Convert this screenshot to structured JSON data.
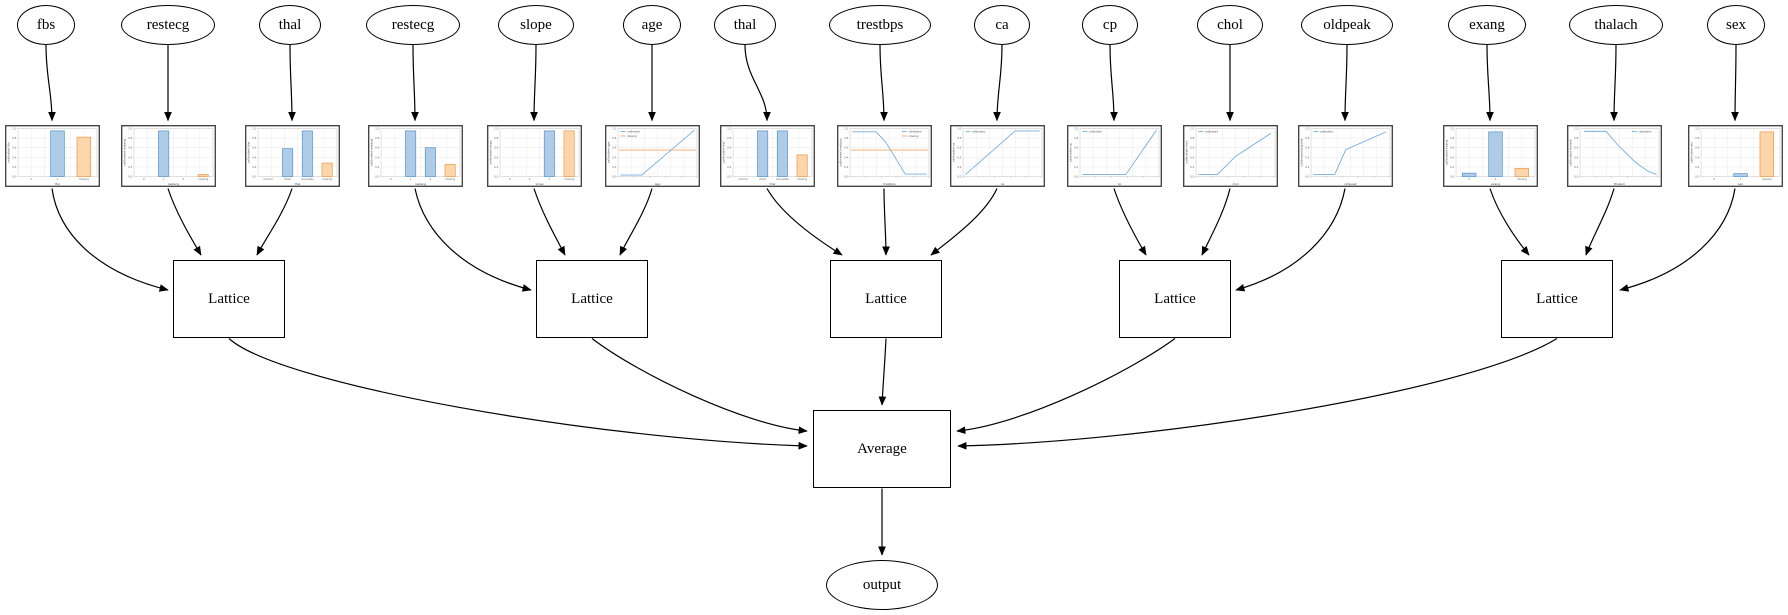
{
  "graph": {
    "average_label": "Average",
    "output_label": "output",
    "lattice_label": "Lattice"
  },
  "colors": {
    "bar_blue_fill": "#aecbe8",
    "bar_blue_edge": "#5593cd",
    "bar_orange_fill": "#fbd6ab",
    "bar_orange_edge": "#ee9742",
    "line_blue": "#76aedd",
    "line_orange": "#f5a963",
    "grid": "#eaeaea",
    "spine": "#cccccc",
    "figure_border": "#3c3c3c",
    "tick_text": "#666666",
    "edge_black": "#000000"
  },
  "legend_labels": {
    "calibrated": "calibrated",
    "missing": "missing"
  },
  "lattices": [
    {
      "label": "Lattice",
      "inputs": [
        "fbs",
        "restecg",
        "thal"
      ]
    },
    {
      "label": "Lattice",
      "inputs": [
        "restecg",
        "slope",
        "age"
      ]
    },
    {
      "label": "Lattice",
      "inputs": [
        "thal",
        "trestbps",
        "ca"
      ]
    },
    {
      "label": "Lattice",
      "inputs": [
        "cp",
        "chol",
        "oldpeak"
      ]
    },
    {
      "label": "Lattice",
      "inputs": [
        "exang",
        "thalach",
        "sex"
      ]
    }
  ],
  "features": [
    {
      "label": "fbs",
      "calibration": {
        "type": "bar",
        "xlabel": "fbs",
        "ylabel": "calibrated fbs",
        "ylim": [
          0,
          1
        ],
        "yticks": [
          "0.0",
          "0.2",
          "0.4",
          "0.6",
          "0.8",
          "1.0"
        ],
        "categories": [
          "0",
          "1",
          "missing"
        ],
        "values": [
          0,
          0.95,
          0.82
        ],
        "legend": [],
        "legend_loc": null,
        "missing_line": null
      }
    },
    {
      "label": "restecg",
      "calibration": {
        "type": "bar",
        "xlabel": "restecg",
        "ylabel": "calibrated restecg",
        "ylim": [
          0,
          1
        ],
        "yticks": [
          "0.0",
          "0.2",
          "0.4",
          "0.6",
          "0.8",
          "1.0"
        ],
        "categories": [
          "0",
          "1",
          "2",
          "missing"
        ],
        "values": [
          0,
          0.95,
          0,
          0.04
        ],
        "legend": [],
        "legend_loc": null,
        "missing_line": null
      }
    },
    {
      "label": "thal",
      "calibration": {
        "type": "bar",
        "xlabel": "thal",
        "ylabel": "calibrated thal",
        "ylim": [
          0,
          1
        ],
        "yticks": [
          "0.0",
          "0.2",
          "0.4",
          "0.6",
          "0.8",
          "1.0"
        ],
        "categories": [
          "normal",
          "fixed",
          "reversible",
          "missing"
        ],
        "values": [
          0,
          0.58,
          0.95,
          0.28
        ],
        "legend": [],
        "legend_loc": null,
        "missing_line": null
      }
    },
    {
      "label": "restecg",
      "calibration": {
        "type": "bar",
        "xlabel": "restecg",
        "ylabel": "calibrated restecg",
        "ylim": [
          0,
          1
        ],
        "yticks": [
          "0.0",
          "0.2",
          "0.4",
          "0.6",
          "0.8",
          "1.0"
        ],
        "categories": [
          "0",
          "1",
          "2",
          "missing"
        ],
        "values": [
          0,
          0.95,
          0.6,
          0.25
        ],
        "legend": [],
        "legend_loc": null,
        "missing_line": null
      }
    },
    {
      "label": "slope",
      "calibration": {
        "type": "bar",
        "xlabel": "slope",
        "ylabel": "calibrated slope",
        "ylim": [
          0,
          1
        ],
        "yticks": [
          "0.0",
          "0.2",
          "0.4",
          "0.6",
          "0.8",
          "1.0"
        ],
        "categories": [
          "0",
          "1",
          "2",
          "missing"
        ],
        "values": [
          0,
          0,
          0.95,
          0.95
        ],
        "legend": [],
        "legend_loc": null,
        "missing_line": null
      }
    },
    {
      "label": "age",
      "calibration": {
        "type": "line",
        "xlabel": "age",
        "ylabel": "calibrated age",
        "ylim": [
          0,
          1
        ],
        "yticks": [
          "0.0",
          "0.2",
          "0.4",
          "0.6",
          "0.8",
          "1.0"
        ],
        "points": [
          [
            0.03,
            0.03
          ],
          [
            0.3,
            0.03
          ],
          [
            0.97,
            0.97
          ]
        ],
        "legend": [
          "calibrated",
          "missing"
        ],
        "legend_loc": "upper left",
        "missing_line": 0.55
      }
    },
    {
      "label": "thal",
      "calibration": {
        "type": "bar",
        "xlabel": "thal",
        "ylabel": "calibrated thal",
        "ylim": [
          0,
          1
        ],
        "yticks": [
          "0.0",
          "0.2",
          "0.4",
          "0.6",
          "0.8",
          "1.0"
        ],
        "categories": [
          "normal",
          "fixed",
          "reversible",
          "missing"
        ],
        "values": [
          0,
          0.95,
          0.95,
          0.45
        ],
        "legend": [],
        "legend_loc": null,
        "missing_line": null
      }
    },
    {
      "label": "trestbps",
      "calibration": {
        "type": "line",
        "xlabel": "trestbps",
        "ylabel": "calibrated trestbps",
        "ylim": [
          0,
          1
        ],
        "yticks": [
          "0.0",
          "0.2",
          "0.4",
          "0.6",
          "0.8",
          "1.0"
        ],
        "points": [
          [
            0.03,
            0.93
          ],
          [
            0.33,
            0.93
          ],
          [
            0.45,
            0.72
          ],
          [
            0.7,
            0.05
          ],
          [
            0.97,
            0.05
          ]
        ],
        "legend": [
          "calibrated",
          "missing"
        ],
        "legend_loc": "upper right",
        "missing_line": 0.55
      }
    },
    {
      "label": "ca",
      "calibration": {
        "type": "line",
        "xlabel": "ca",
        "ylabel": "calibrated ca",
        "ylim": [
          0,
          1
        ],
        "yticks": [
          "0.0",
          "0.2",
          "0.4",
          "0.6",
          "0.8",
          "1.0"
        ],
        "points": [
          [
            0.03,
            0.04
          ],
          [
            0.66,
            0.95
          ],
          [
            0.97,
            0.95
          ]
        ],
        "legend": [
          "calibrated"
        ],
        "legend_loc": "upper left",
        "missing_line": null
      }
    },
    {
      "label": "cp",
      "calibration": {
        "type": "line",
        "xlabel": "cp",
        "ylabel": "calibrated cp",
        "ylim": [
          0,
          1
        ],
        "yticks": [
          "0.0",
          "0.2",
          "0.4",
          "0.6",
          "0.8",
          "1.0"
        ],
        "points": [
          [
            0.03,
            0.04
          ],
          [
            0.58,
            0.04
          ],
          [
            0.97,
            0.97
          ]
        ],
        "legend": [
          "calibrated"
        ],
        "legend_loc": "upper left",
        "missing_line": null
      }
    },
    {
      "label": "chol",
      "calibration": {
        "type": "line",
        "xlabel": "chol",
        "ylabel": "calibrated chol",
        "ylim": [
          0,
          1
        ],
        "yticks": [
          "0.0",
          "0.2",
          "0.4",
          "0.6",
          "0.8",
          "1.0"
        ],
        "points": [
          [
            0.03,
            0.04
          ],
          [
            0.27,
            0.04
          ],
          [
            0.5,
            0.42
          ],
          [
            0.95,
            0.9
          ]
        ],
        "legend": [
          "calibrated"
        ],
        "legend_loc": "upper left",
        "missing_line": null
      }
    },
    {
      "label": "oldpeak",
      "calibration": {
        "type": "line",
        "xlabel": "oldpeak",
        "ylabel": "calibrated oldpeak",
        "ylim": [
          0,
          1
        ],
        "yticks": [
          "0.0",
          "0.2",
          "0.4",
          "0.6",
          "0.8",
          "1.0"
        ],
        "points": [
          [
            0.03,
            0.04
          ],
          [
            0.3,
            0.04
          ],
          [
            0.44,
            0.56
          ],
          [
            0.95,
            0.93
          ]
        ],
        "legend": [
          "calibrated"
        ],
        "legend_loc": "upper left",
        "missing_line": null
      }
    },
    {
      "label": "exang",
      "calibration": {
        "type": "bar",
        "xlabel": "exang",
        "ylabel": "calibrated exang",
        "ylim": [
          0,
          1
        ],
        "yticks": [
          "0.0",
          "0.2",
          "0.4",
          "0.6",
          "0.8",
          "1.0"
        ],
        "categories": [
          "0",
          "1",
          "missing"
        ],
        "values": [
          0.07,
          0.93,
          0.17
        ],
        "legend": [],
        "legend_loc": null,
        "missing_line": null
      }
    },
    {
      "label": "thalach",
      "calibration": {
        "type": "line",
        "xlabel": "thalach",
        "ylabel": "calibrated thalach",
        "ylim": [
          0,
          1
        ],
        "yticks": [
          "0.0",
          "0.2",
          "0.4",
          "0.6",
          "0.8",
          "1.0"
        ],
        "points": [
          [
            0.05,
            0.94
          ],
          [
            0.33,
            0.94
          ],
          [
            0.5,
            0.62
          ],
          [
            0.7,
            0.3
          ],
          [
            0.85,
            0.12
          ],
          [
            0.97,
            0.04
          ]
        ],
        "legend": [
          "calibrated"
        ],
        "legend_loc": "upper right",
        "missing_line": null
      }
    },
    {
      "label": "sex",
      "calibration": {
        "type": "bar",
        "xlabel": "sex",
        "ylabel": "calibrated sex",
        "ylim": [
          0,
          1
        ],
        "yticks": [
          "0.0",
          "0.2",
          "0.4",
          "0.6",
          "0.8",
          "1.0"
        ],
        "categories": [
          "0",
          "1",
          "missing"
        ],
        "values": [
          0,
          0.06,
          0.93
        ],
        "legend": [],
        "legend_loc": null,
        "missing_line": null
      }
    }
  ]
}
